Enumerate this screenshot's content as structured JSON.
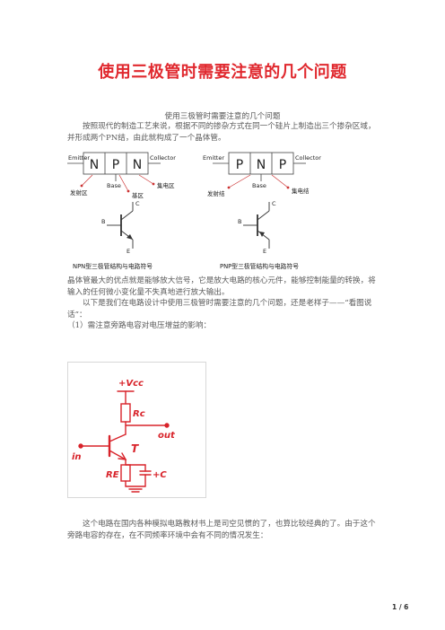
{
  "document": {
    "title": "使用三极管时需要注意的几个问题",
    "subtitle": "使用三极管时需要注意的几个问题",
    "para1": "按照现代的制造工艺来说，根据不同的掺杂方式在同一个硅片上制造出三个掺杂区域，并形成两个PN结，由此就构成了一个晶体管。",
    "para2": "晶体管最大的优点就是能够放大信号，它是放大电路的核心元件，能够控制能量的转换，将输入的任何微小变化量不失真地进行放大输出。",
    "para3": "以下是我们在电路设计中使用三极管时需要注意的几个问题，还是老样子——“看图说话”：",
    "para4": "（1）需注意旁路电容对电压增益的影响：",
    "para5": "这个电路在国内各种模拟电路教材书上是司空见惯的了，也算比较经典的了。由于这个旁路电容的存在，在不同频率环境中会有不同的情况发生：",
    "page_number": "1 / 6"
  },
  "figure1": {
    "npn": {
      "regions": [
        "N",
        "P",
        "N"
      ],
      "emitter": "Emitter",
      "collector": "Collector",
      "base": "Base",
      "emitter_region": "发射区",
      "base_region": "基区",
      "collector_region": "集电区",
      "pin_b": "B",
      "pin_c": "C",
      "pin_e": "E",
      "caption": "NPN型三极管结构与电路符号"
    },
    "pnp": {
      "regions": [
        "P",
        "N",
        "P"
      ],
      "emitter": "Emitter",
      "collector": "Collector",
      "base": "Base",
      "emitter_junction": "发射结",
      "collector_junction": "集电结",
      "pin_b": "B",
      "pin_c": "C",
      "pin_e": "E",
      "caption": "PNP型三极管结构与电路符号"
    }
  },
  "figure2": {
    "vcc": "+Vcc",
    "rc": "Rc",
    "out": "out",
    "in": "in",
    "t": "T",
    "re": "RE",
    "cap": "+C",
    "ink_color": "#d8232a"
  }
}
